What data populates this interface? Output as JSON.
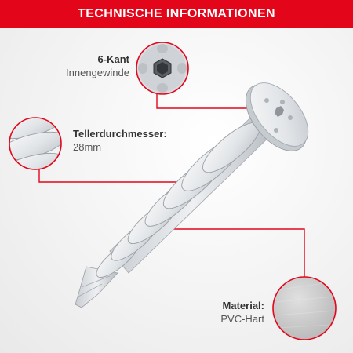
{
  "header": {
    "title": "TECHNISCHE INFORMATIONEN"
  },
  "callouts": [
    {
      "title": "6-Kant",
      "value": "Innengewinde"
    },
    {
      "title": "Tellerdurchmesser:",
      "value": "28mm"
    },
    {
      "title": "Material:",
      "value": "PVC-Hart"
    }
  ],
  "colors": {
    "accent": "#e3061b",
    "plastic": "#e4e7ea",
    "plastic_shadow": "#aeb3b8",
    "text_dark": "#333333",
    "text_light": "#555555"
  },
  "icons": {
    "hex_socket": "hex-socket-icon",
    "thread_detail": "thread-detail-icon",
    "material_swatch": "material-swatch-icon"
  }
}
